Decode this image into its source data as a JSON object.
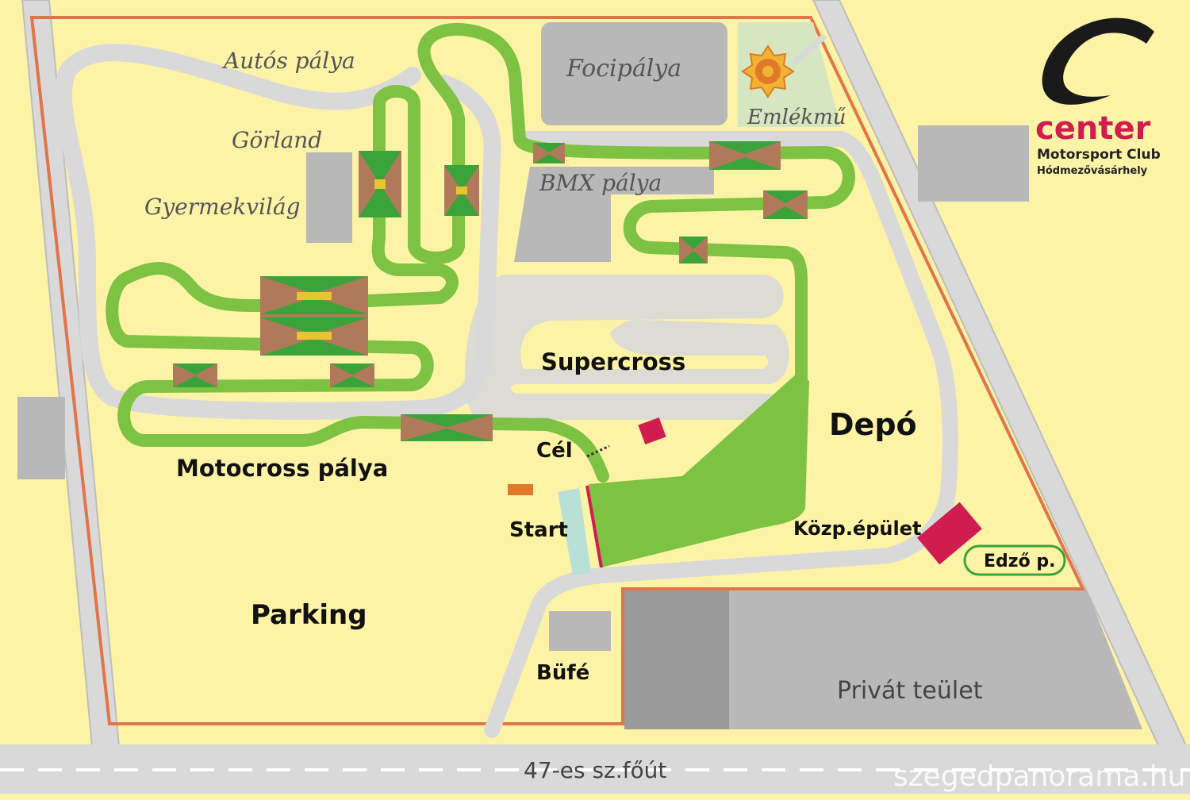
{
  "map": {
    "colors": {
      "ground": "#fdf3a6",
      "boundary": "#e0744a",
      "road": "#d9d9d9",
      "road_edge": "#bdbdbd",
      "track": "#7dc242",
      "building": "#b8b8b8",
      "building_dark": "#9a9a9a",
      "red": "#d01c4f",
      "orange": "#e07a2a",
      "monument_green": "#d6e6c0"
    },
    "labels": {
      "autos_palya": "Autós pálya",
      "gorland": "Görland",
      "gyermekvilag": "Gyermekvilág",
      "focipalya": "Focipálya",
      "emlekmu": "Emlékmű",
      "bmx_palya": "BMX  pálya",
      "supercross": "Supercross",
      "depo": "Depó",
      "cel": "Cél",
      "motocross_palya": "Motocross pálya",
      "start": "Start",
      "kozp_epulet": "Közp.épület",
      "edzo_p": "Edző p.",
      "parking": "Parking",
      "bufe": "Büfé",
      "privat_terulet": "Privát teület",
      "main_road": "47-es sz.főút"
    },
    "logo": {
      "brand": "center",
      "line1": "Motorsport Club",
      "line2": "Hódmezővásárhely"
    },
    "watermark": "szegedpanorama.hu"
  }
}
